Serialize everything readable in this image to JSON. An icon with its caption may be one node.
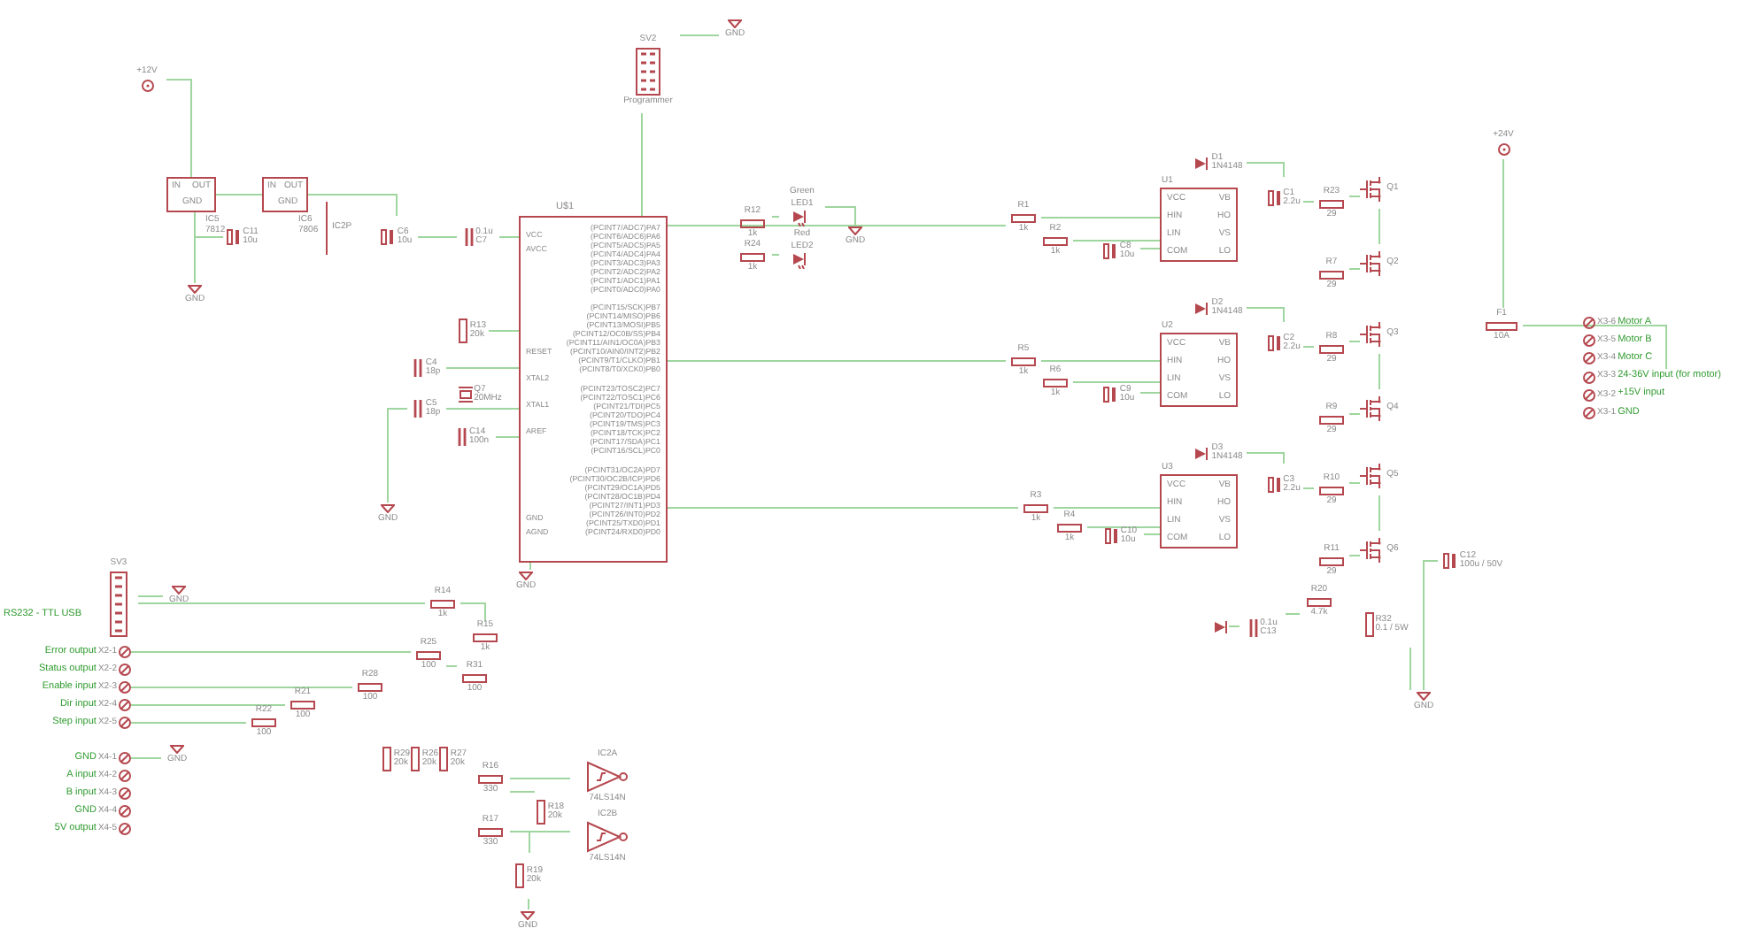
{
  "diagram": {
    "nodes": [
      {
        "text": [
          "+12V"
        ]
      },
      {
        "text": [
          "IN",
          "OUT",
          "GND"
        ],
        "beside": [
          "IC5",
          "7812"
        ]
      },
      {
        "text": [
          "IN",
          "OUT",
          "GND"
        ],
        "beside": [
          "IC6",
          "7806"
        ]
      },
      {
        "text": [
          "C11",
          "10u"
        ]
      },
      {
        "text": [
          "IC2P"
        ]
      },
      {
        "text": [
          "C6",
          "10u"
        ]
      },
      {
        "text": [
          "0.1u",
          "C7"
        ]
      },
      {
        "text": [
          "GND"
        ]
      },
      {
        "text": [
          "R13",
          "20k"
        ]
      },
      {
        "text": [
          "U$1",
          "VCC",
          "AVCC",
          "RESET",
          "XTAL2",
          "XTAL1",
          "AREF",
          "GND",
          "AGND",
          "(PCINT7/ADC7)PA7",
          "(PCINT6/ADC6)PA6",
          "(PCINT5/ADC5)PA5",
          "(PCINT4/ADC4)PA4",
          "(PCINT3/ADC3)PA3",
          "(PCINT2/ADC2)PA2",
          "(PCINT1/ADC1)PA1",
          "(PCINT0/ADC0)PA0",
          "(PCINT15/SCK)PB7",
          "(PCINT14/MISO)PB6",
          "(PCINT13/MOSI)PB5",
          "(PCINT12/OC0B/SS)PB4",
          "(PCINT11/AIN1/OC0A)PB3",
          "(PCINT10/AIN0/INT2)PB2",
          "(PCINT9/T1/CLKO)PB1",
          "(PCINT8/T0/XCK0)PB0",
          "(PCINT23/TOSC2)PC7",
          "(PCINT22/TOSC1)PC6",
          "(PCINT21/TDI)PC5",
          "(PCINT20/TDO)PC4",
          "(PCINT19/TMS)PC3",
          "(PCINT18/TCK)PC2",
          "(PCINT17/SDA)PC1",
          "(PCINT16/SCL)PC0",
          "(PCINT31/OC2A)PD7",
          "(PCINT30/OC2B/ICP)PD6",
          "(PCINT29/OC1A)PD5",
          "(PCINT28/OC1B)PD4",
          "(PCINT27/INT1)PD3",
          "(PCINT26/INT0)PD2",
          "(PCINT25/TXD0)PD1",
          "(PCINT24/RXD0)PD0"
        ]
      },
      {
        "text": [
          "C4",
          "18p"
        ]
      },
      {
        "text": [
          "C5",
          "18p"
        ]
      },
      {
        "text": [
          "Q7",
          "20MHz"
        ]
      },
      {
        "text": [
          "C14",
          "100n"
        ]
      },
      {
        "text": [
          "GND"
        ]
      },
      {
        "text": [
          "SV2",
          "Programmer"
        ]
      },
      {
        "text": [
          "GND"
        ]
      },
      {
        "text": [
          "R12",
          "1k"
        ]
      },
      {
        "text": [
          "Green",
          "LED1"
        ]
      },
      {
        "text": [
          "R24",
          "1k"
        ]
      },
      {
        "text": [
          "Red",
          "LED2"
        ]
      },
      {
        "text": [
          "GND"
        ]
      },
      {
        "text": [
          "R1",
          "1k"
        ]
      },
      {
        "text": [
          "R2",
          "1k"
        ]
      },
      {
        "text": [
          "C8",
          "10u"
        ]
      },
      {
        "text": [
          "R5",
          "1k"
        ]
      },
      {
        "text": [
          "R6",
          "1k"
        ]
      },
      {
        "text": [
          "C9",
          "10u"
        ]
      },
      {
        "text": [
          "R3",
          "1k"
        ]
      },
      {
        "text": [
          "R4",
          "1k"
        ]
      },
      {
        "text": [
          "C10",
          "10u"
        ]
      },
      {
        "text": [
          "U1",
          "VCC",
          "HIN",
          "LIN",
          "COM",
          "VB",
          "HO",
          "VS",
          "LO"
        ]
      },
      {
        "text": [
          "D1",
          "1N4148"
        ]
      },
      {
        "text": [
          "C1",
          "2.2u"
        ]
      },
      {
        "text": [
          "R23",
          "29"
        ]
      },
      {
        "text": [
          "Q1"
        ]
      },
      {
        "text": [
          "R7",
          "29"
        ]
      },
      {
        "text": [
          "Q2"
        ]
      },
      {
        "text": [
          "U2",
          "VCC",
          "HIN",
          "LIN",
          "COM",
          "VB",
          "HO",
          "VS",
          "LO"
        ]
      },
      {
        "text": [
          "D2",
          "1N4148"
        ]
      },
      {
        "text": [
          "C2",
          "2.2u"
        ]
      },
      {
        "text": [
          "R8",
          "29"
        ]
      },
      {
        "text": [
          "Q3"
        ]
      },
      {
        "text": [
          "R9",
          "29"
        ]
      },
      {
        "text": [
          "Q4"
        ]
      },
      {
        "text": [
          "U3",
          "VCC",
          "HIN",
          "LIN",
          "COM",
          "VB",
          "HO",
          "VS",
          "LO"
        ]
      },
      {
        "text": [
          "D3",
          "1N4148"
        ]
      },
      {
        "text": [
          "C3",
          "2.2u"
        ]
      },
      {
        "text": [
          "R10",
          "29"
        ]
      },
      {
        "text": [
          "Q5"
        ]
      },
      {
        "text": [
          "R11",
          "29"
        ]
      },
      {
        "text": [
          "Q6"
        ]
      },
      {
        "text": [
          "+24V"
        ]
      },
      {
        "text": [
          "F1",
          "10A"
        ]
      },
      {
        "text": [
          "C12",
          "100u / 50V"
        ]
      },
      {
        "text": [
          "R20",
          "4.7k"
        ]
      },
      {
        "text": [],
        "shape": "diode"
      },
      {
        "text": [
          "0.1u",
          "C13"
        ]
      },
      {
        "text": [
          "R32",
          "0.1 / 5W"
        ]
      },
      {
        "text": [
          "GND"
        ]
      },
      {
        "text": [
          "X3-6",
          "Motor A"
        ]
      },
      {
        "text": [
          "X3-5",
          "Motor B"
        ]
      },
      {
        "text": [
          "X3-4",
          "Motor C"
        ]
      },
      {
        "text": [
          "X3-3",
          "24-36V input (for motor)"
        ]
      },
      {
        "text": [
          "X3-2",
          "+15V input"
        ]
      },
      {
        "text": [
          "X3-1",
          "GND"
        ]
      },
      {
        "text": [
          "SV3"
        ]
      },
      {
        "text": [
          "GND"
        ]
      },
      {
        "text": [
          "R14",
          "1k"
        ]
      },
      {
        "text": [
          "R15",
          "1k"
        ]
      },
      {
        "text": [
          "R25",
          "100"
        ]
      },
      {
        "text": [
          "R31",
          "100"
        ]
      },
      {
        "text": [
          "R28",
          "100"
        ]
      },
      {
        "text": [
          "R21",
          "100"
        ]
      },
      {
        "text": [
          "R22",
          "100"
        ]
      },
      {
        "text": [
          "Error output",
          "X2-1"
        ]
      },
      {
        "text": [
          "Status output",
          "X2-2"
        ]
      },
      {
        "text": [
          "Enable input",
          "X2-3"
        ]
      },
      {
        "text": [
          "Dir input",
          "X2-4"
        ]
      },
      {
        "text": [
          "Step input",
          "X2-5"
        ]
      },
      {
        "text": [
          "GND",
          "X4-1"
        ]
      },
      {
        "text": [
          "A input",
          "X4-2"
        ]
      },
      {
        "text": [
          "B input",
          "X4-3"
        ]
      },
      {
        "text": [
          "GND",
          "X4-4"
        ]
      },
      {
        "text": [
          "5V output",
          "X4-5"
        ]
      },
      {
        "text": [
          "GND"
        ]
      },
      {
        "text": [
          "R29",
          "20k"
        ]
      },
      {
        "text": [
          "R26",
          "20k"
        ]
      },
      {
        "text": [
          "R27",
          "20k"
        ]
      },
      {
        "text": [
          "R16",
          "330"
        ]
      },
      {
        "text": [
          "R18",
          "20k"
        ]
      },
      {
        "text": [
          "R17",
          "330"
        ]
      },
      {
        "text": [
          "R19",
          "20k"
        ]
      },
      {
        "text": [
          "GND"
        ]
      },
      {
        "text": [
          "IC2A",
          "74LS14N"
        ]
      },
      {
        "text": [
          "IC2B",
          "74LS14N"
        ]
      },
      {
        "text": [
          "GND"
        ]
      }
    ],
    "edges": [
      {
        "from": 0,
        "to": 1,
        "arrow": "none"
      },
      {
        "from": 1,
        "to": 2,
        "arrow": "none"
      },
      {
        "from": 1,
        "to": 7,
        "arrow": "none"
      },
      {
        "from": 3,
        "to": 7,
        "arrow": "none"
      },
      {
        "from": 2,
        "to": 5,
        "arrow": "none"
      },
      {
        "from": 5,
        "to": 6,
        "arrow": "none"
      },
      {
        "from": 6,
        "to": 9,
        "arrow": "none"
      },
      {
        "from": 8,
        "to": 9,
        "arrow": "none"
      },
      {
        "from": 10,
        "to": 9,
        "arrow": "none"
      },
      {
        "from": 11,
        "to": 9,
        "arrow": "none"
      },
      {
        "from": 13,
        "to": 9,
        "arrow": "none"
      },
      {
        "from": 11,
        "to": 14,
        "arrow": "none"
      },
      {
        "from": 15,
        "to": 16,
        "arrow": "none"
      },
      {
        "from": 9,
        "to": 15,
        "arrow": "none"
      },
      {
        "from": 17,
        "to": 18,
        "arrow": "none"
      },
      {
        "from": 19,
        "to": 20,
        "arrow": "none"
      },
      {
        "from": 18,
        "to": 21,
        "arrow": "none"
      },
      {
        "from": 9,
        "to": 22,
        "arrow": "none"
      },
      {
        "from": 9,
        "to": 25,
        "arrow": "none"
      },
      {
        "from": 9,
        "to": 28,
        "arrow": "none"
      },
      {
        "from": 22,
        "to": 31,
        "arrow": "none"
      },
      {
        "from": 23,
        "to": 31,
        "arrow": "none"
      },
      {
        "from": 25,
        "to": 38,
        "arrow": "none"
      },
      {
        "from": 26,
        "to": 38,
        "arrow": "none"
      },
      {
        "from": 28,
        "to": 45,
        "arrow": "none"
      },
      {
        "from": 29,
        "to": 45,
        "arrow": "none"
      },
      {
        "from": 24,
        "to": 31,
        "arrow": "none"
      },
      {
        "from": 27,
        "to": 38,
        "arrow": "none"
      },
      {
        "from": 30,
        "to": 45,
        "arrow": "none"
      },
      {
        "from": 32,
        "to": 33,
        "arrow": "none"
      },
      {
        "from": 33,
        "to": 34,
        "arrow": "none"
      },
      {
        "from": 34,
        "to": 35,
        "arrow": "none"
      },
      {
        "from": 36,
        "to": 37,
        "arrow": "none"
      },
      {
        "from": 35,
        "to": 37,
        "arrow": "none"
      },
      {
        "from": 39,
        "to": 40,
        "arrow": "none"
      },
      {
        "from": 40,
        "to": 41,
        "arrow": "none"
      },
      {
        "from": 41,
        "to": 42,
        "arrow": "none"
      },
      {
        "from": 43,
        "to": 44,
        "arrow": "none"
      },
      {
        "from": 42,
        "to": 44,
        "arrow": "none"
      },
      {
        "from": 46,
        "to": 47,
        "arrow": "none"
      },
      {
        "from": 47,
        "to": 48,
        "arrow": "none"
      },
      {
        "from": 48,
        "to": 49,
        "arrow": "none"
      },
      {
        "from": 50,
        "to": 51,
        "arrow": "none"
      },
      {
        "from": 49,
        "to": 51,
        "arrow": "none"
      },
      {
        "from": 52,
        "to": 53,
        "arrow": "none"
      },
      {
        "from": 53,
        "to": 63,
        "arrow": "none"
      },
      {
        "from": 54,
        "to": 59,
        "arrow": "none"
      },
      {
        "from": 58,
        "to": 59,
        "arrow": "none"
      },
      {
        "from": 55,
        "to": 57,
        "arrow": "none"
      },
      {
        "from": 56,
        "to": 57,
        "arrow": "none"
      },
      {
        "from": 66,
        "to": 67,
        "arrow": "none"
      },
      {
        "from": 66,
        "to": 68,
        "arrow": "none"
      },
      {
        "from": 68,
        "to": 69,
        "arrow": "none"
      },
      {
        "from": 75,
        "to": 70,
        "arrow": "none"
      },
      {
        "from": 70,
        "to": 71,
        "arrow": "none"
      },
      {
        "from": 77,
        "to": 72,
        "arrow": "none"
      },
      {
        "from": 78,
        "to": 73,
        "arrow": "none"
      },
      {
        "from": 79,
        "to": 74,
        "arrow": "none"
      },
      {
        "from": 80,
        "to": 85,
        "arrow": "none"
      },
      {
        "from": 89,
        "to": 94,
        "arrow": "none"
      },
      {
        "from": 91,
        "to": 95,
        "arrow": "none"
      },
      {
        "from": 90,
        "to": 89,
        "arrow": "none"
      },
      {
        "from": 92,
        "to": 93,
        "arrow": "none"
      },
      {
        "from": 91,
        "to": 92,
        "arrow": "none"
      },
      {
        "from": 9,
        "to": 96,
        "arrow": "none"
      }
    ],
    "labels": [
      "RS232 - TTL USB"
    ]
  }
}
